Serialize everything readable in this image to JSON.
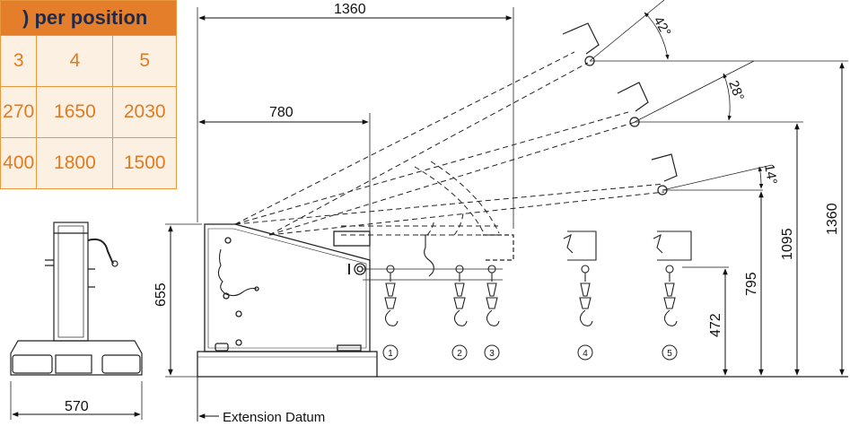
{
  "table": {
    "header_fragment": ") per position",
    "columns": [
      "3",
      "4",
      "5"
    ],
    "rows": [
      [
        "270",
        "1650",
        "2030"
      ],
      [
        "400",
        "1800",
        "1500"
      ]
    ],
    "colors": {
      "header_bg": "#e57e2a",
      "header_text": "#1f2a4a",
      "cell_text": "#e07b20",
      "cell_bg": "#fcf0e3"
    }
  },
  "dimensions": {
    "d1360_top": "1360",
    "d780": "780",
    "d655": "655",
    "d570": "570",
    "d472": "472",
    "d795": "795",
    "d1095": "1095",
    "d1360_right": "1360",
    "angle42": "42°",
    "angle28": "28°",
    "angle14": "14°",
    "datum": "Extension Datum"
  },
  "positions": [
    "1",
    "2",
    "3",
    "4",
    "5"
  ]
}
